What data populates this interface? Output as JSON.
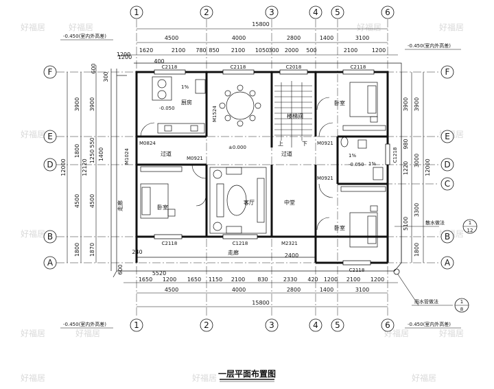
{
  "title": "一层平面布置图",
  "watermark": "好福居",
  "axes_vertical": [
    "1",
    "2",
    "3",
    "4",
    "5",
    "6"
  ],
  "axes_horizontal": [
    "F",
    "E",
    "D",
    "C",
    "B",
    "A"
  ],
  "dims": {
    "total": "15800",
    "top_row1": [
      "4500",
      "4000",
      "2800",
      "1400",
      "3100"
    ],
    "top_row2": [
      "1620",
      "2100",
      "780",
      "850",
      "2100",
      "1050",
      "300",
      "2000",
      "500",
      "2100",
      "1200"
    ],
    "bottom_row1": [
      "1650",
      "1200",
      "1650",
      "1150",
      "2100",
      "830",
      "2330",
      "420",
      "1200",
      "2100",
      "1200"
    ],
    "bottom_row2": [
      "4500",
      "4000",
      "2800",
      "1400",
      "3100"
    ],
    "left_outer": "12000",
    "left_mid": [
      "3900",
      "1800",
      "4500",
      "1800"
    ],
    "left_inner": [
      "3900",
      "550",
      "1250",
      "4500",
      "1870"
    ],
    "left_misc": [
      "600",
      "300",
      "1200",
      "1400",
      "12120",
      "240",
      "600"
    ],
    "right_outer": "12000",
    "right_mid": [
      "3900",
      "3000",
      "3300",
      "1800"
    ],
    "right_inner": [
      "3900",
      "980",
      "1220",
      "5100"
    ],
    "corridor_dim": "2400",
    "bottom_left_520": "5520",
    "top_small": [
      "1200",
      "400"
    ]
  },
  "levels": {
    "outdoor": "-0.450(室内外高差)",
    "indoor": "±0.000",
    "kitchen": "-0.050",
    "bath": "-0.050"
  },
  "rooms": {
    "kitchen": "厨房",
    "bedroom": "卧室",
    "living": "客厅",
    "corridor": "过道",
    "hall": "中堂",
    "stair_up": "上",
    "stair_down": "下",
    "stair": "楼梯间",
    "porch": "走廊"
  },
  "windows": [
    "C2118",
    "C2118",
    "C2018",
    "C2118",
    "C1218",
    "C2118",
    "C1218",
    "C2118"
  ],
  "doors": [
    "M0824",
    "M1024",
    "M0921",
    "M1524",
    "M0921",
    "M0921",
    "M2321"
  ],
  "slope": "1%",
  "annotations": [
    "散水做法",
    "雨水管做法"
  ],
  "detail_refs": [
    "1",
    "12",
    "1",
    "8"
  ]
}
